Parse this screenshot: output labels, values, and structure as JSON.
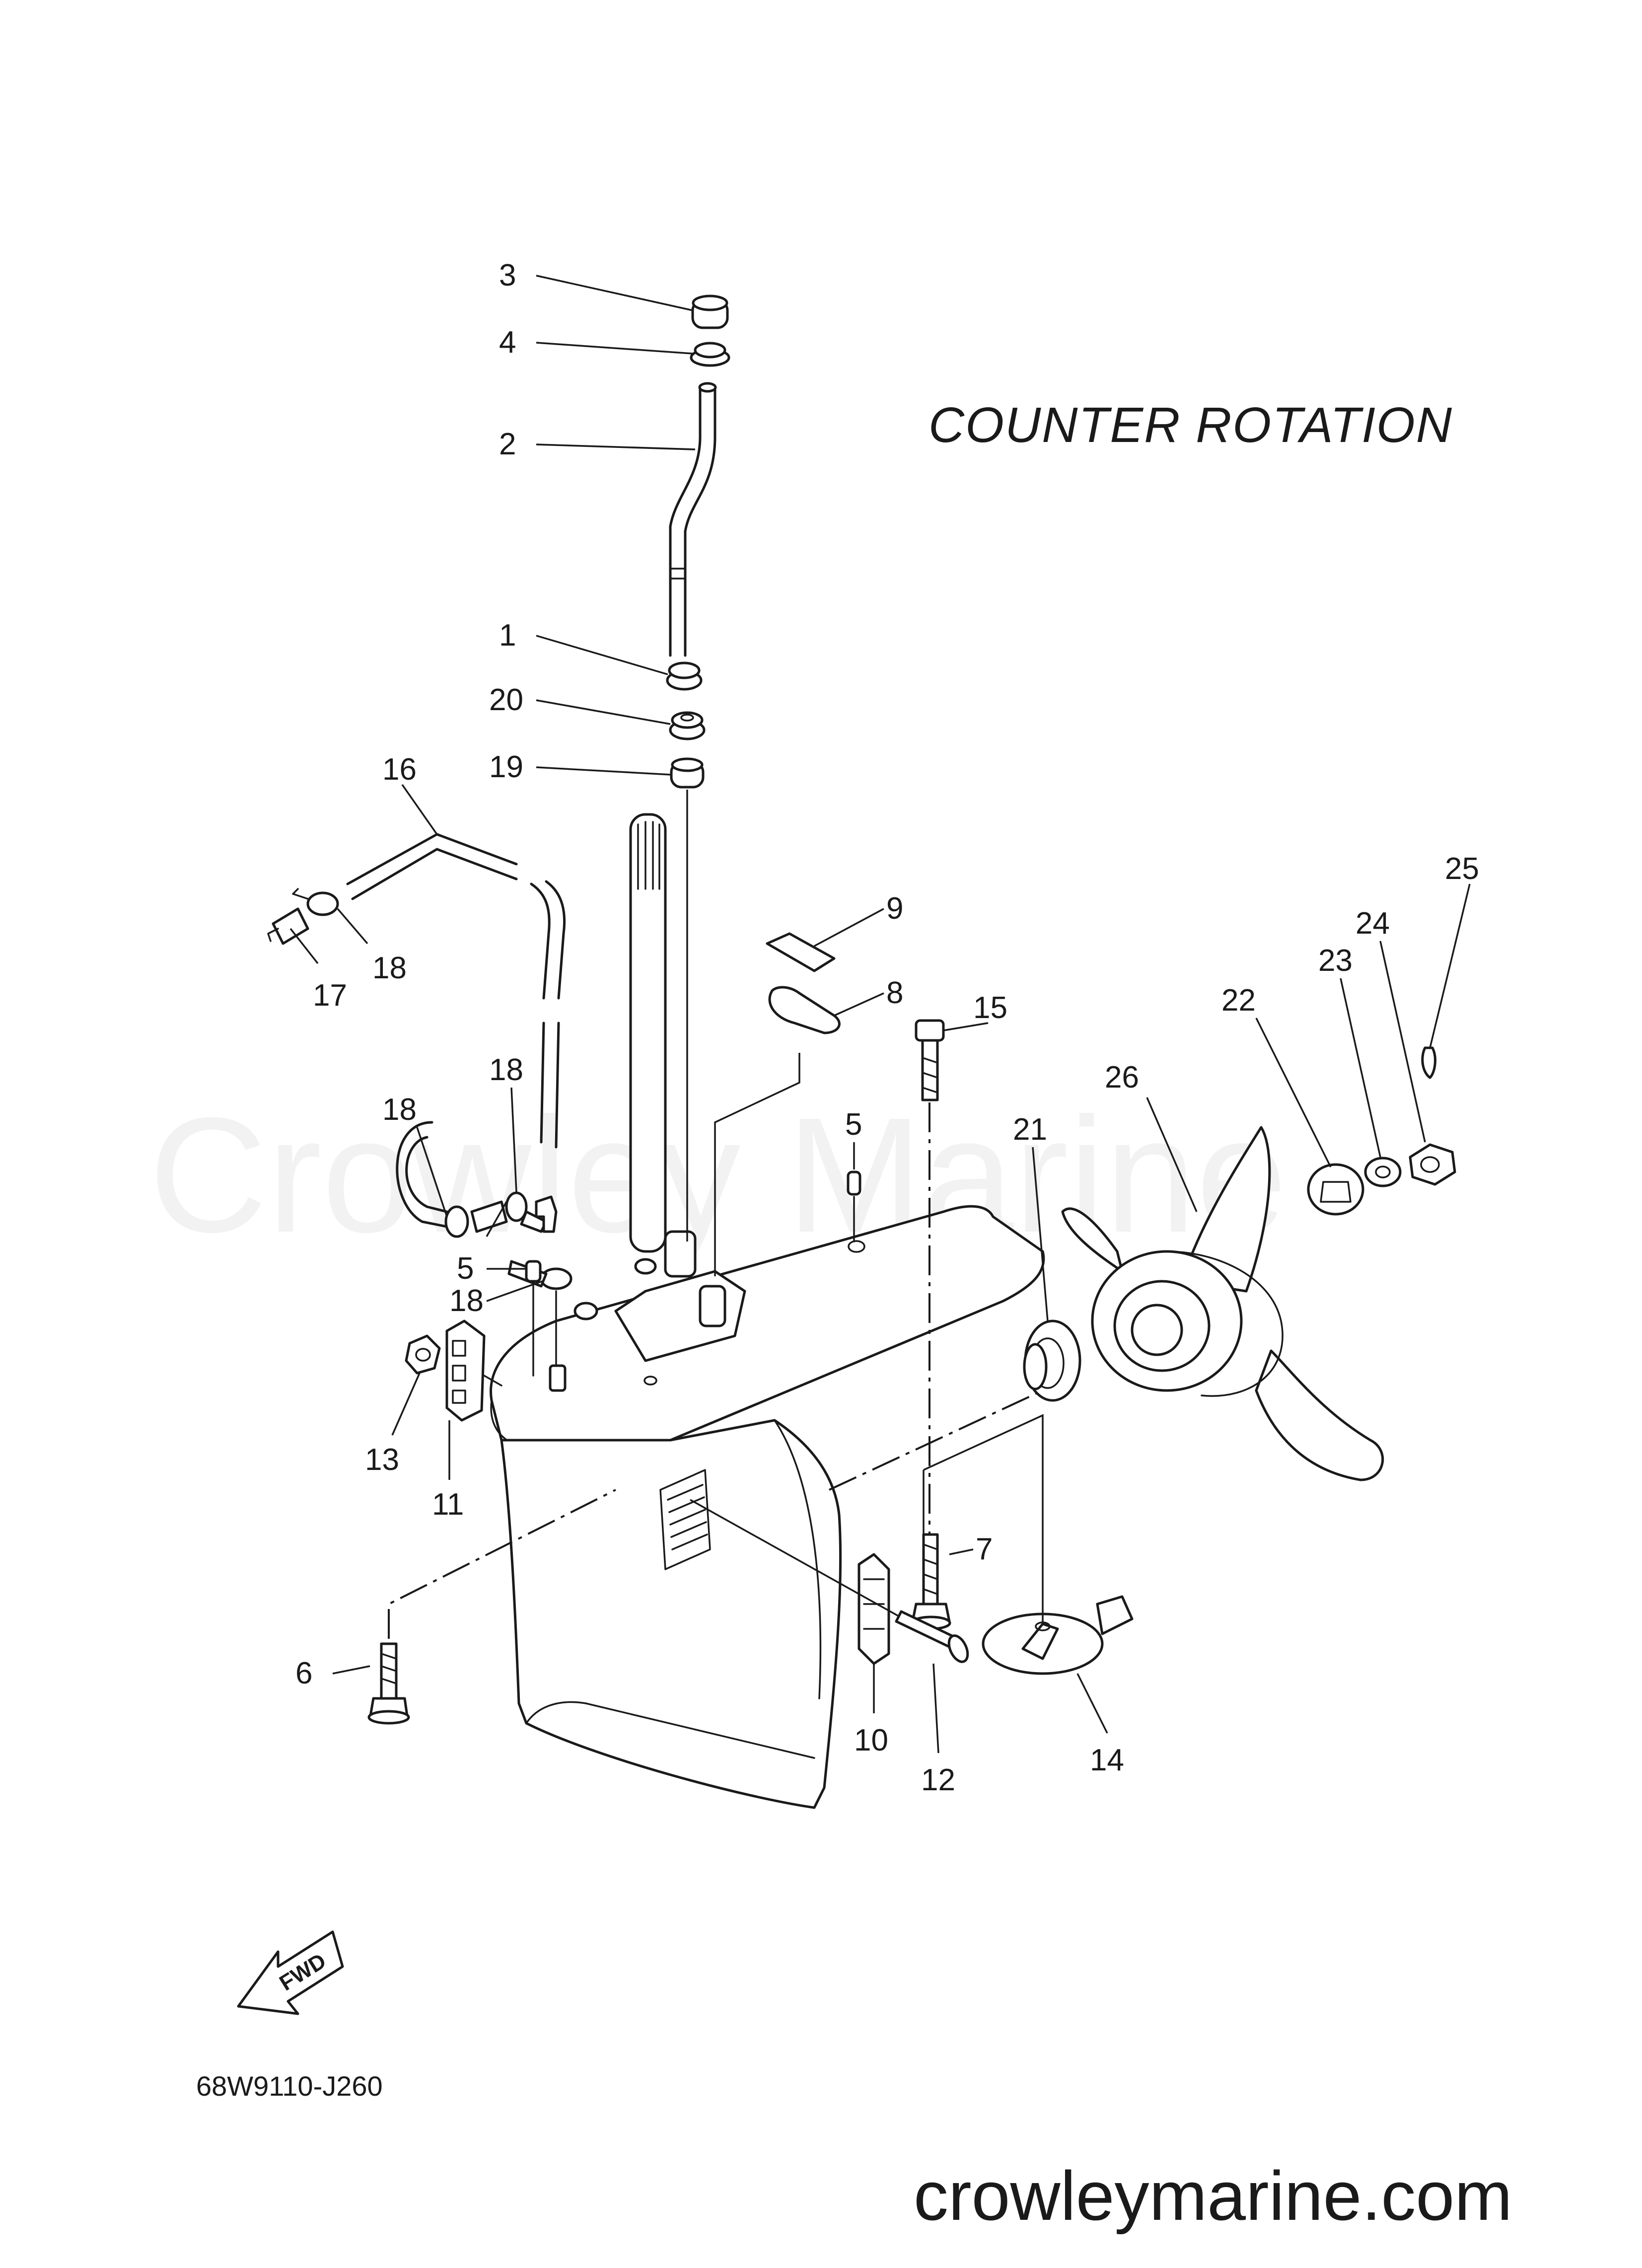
{
  "title": "COUNTER  ROTATION",
  "part_code": "68W9110-J260",
  "website": "crowleymarine.com",
  "watermark": "Crowley Marine",
  "fwd_label": "FWD",
  "icons": [
    "fwd-arrow-icon"
  ],
  "callouts": [
    {
      "id": "3",
      "label": "3"
    },
    {
      "id": "4",
      "label": "4"
    },
    {
      "id": "2",
      "label": "2"
    },
    {
      "id": "1",
      "label": "1"
    },
    {
      "id": "20",
      "label": "20"
    },
    {
      "id": "19",
      "label": "19"
    },
    {
      "id": "16",
      "label": "16"
    },
    {
      "id": "18a",
      "label": "18"
    },
    {
      "id": "17",
      "label": "17"
    },
    {
      "id": "9",
      "label": "9"
    },
    {
      "id": "8",
      "label": "8"
    },
    {
      "id": "15",
      "label": "15"
    },
    {
      "id": "5a",
      "label": "5"
    },
    {
      "id": "25",
      "label": "25"
    },
    {
      "id": "24",
      "label": "24"
    },
    {
      "id": "23",
      "label": "23"
    },
    {
      "id": "22",
      "label": "22"
    },
    {
      "id": "26",
      "label": "26"
    },
    {
      "id": "21",
      "label": "21"
    },
    {
      "id": "18b",
      "label": "18"
    },
    {
      "id": "18c",
      "label": "18"
    },
    {
      "id": "18d",
      "label": "18"
    },
    {
      "id": "5b",
      "label": "5"
    },
    {
      "id": "13",
      "label": "13"
    },
    {
      "id": "11",
      "label": "11"
    },
    {
      "id": "7",
      "label": "7"
    },
    {
      "id": "6",
      "label": "6"
    },
    {
      "id": "10",
      "label": "10"
    },
    {
      "id": "12",
      "label": "12"
    },
    {
      "id": "14",
      "label": "14"
    }
  ]
}
